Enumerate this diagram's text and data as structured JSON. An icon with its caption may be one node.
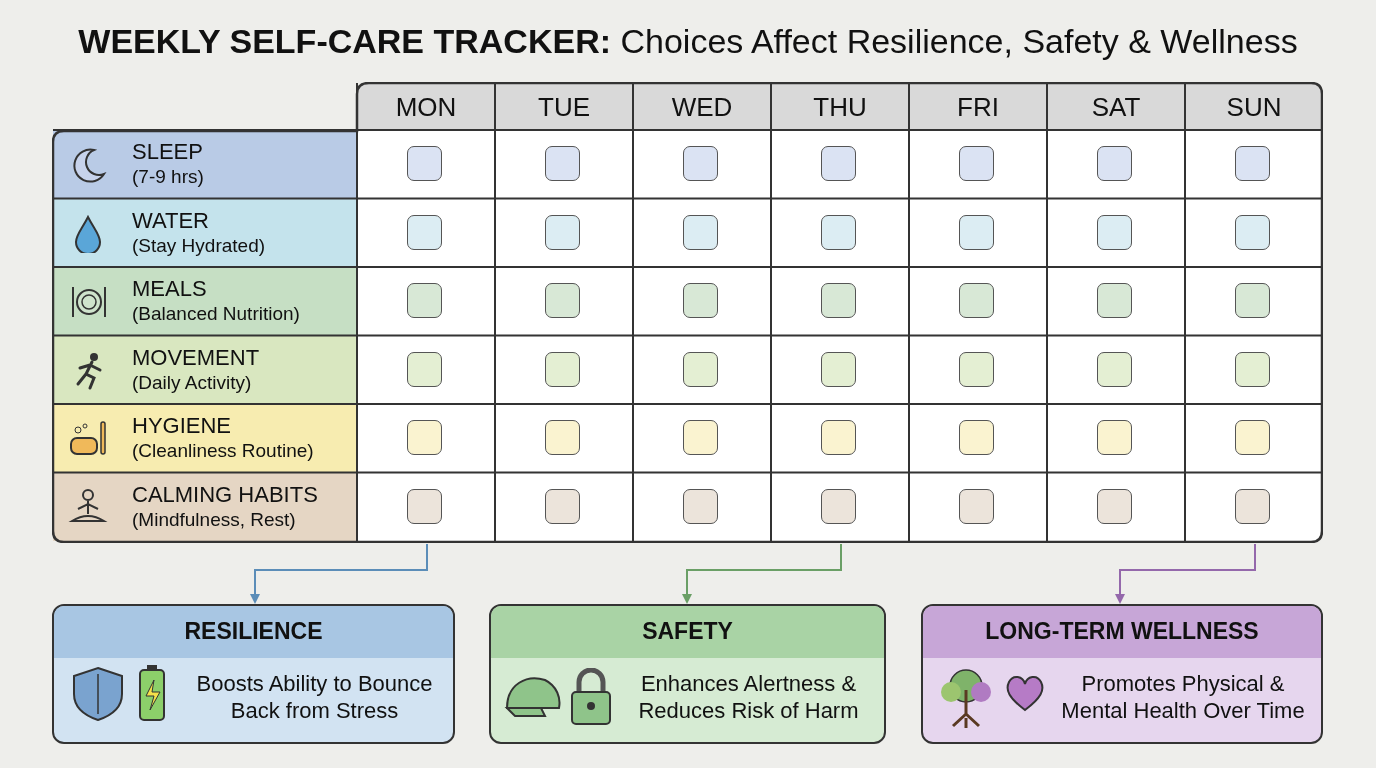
{
  "diagram": {
    "title": "**WEEKLY SELF-CARE TRACKER:** Choices Affect Resilience, Safety & Wellness",
    "nodes": [
      {
        "text": [],
        "shape": "box"
      },
      {
        "text": [
          "RESILIENCE",
          "Boosts Ability to Bounce Back from Stress"
        ]
      },
      {
        "text": [
          "SAFETY",
          "Enhances Alertness & Reduces Risk of Harm"
        ]
      },
      {
        "text": [
          "LONG-TERM WELLNESS",
          "Promotes Physical & Mental Health Over Time"
        ]
      }
    ],
    "edges": [
      {
        "from": 0,
        "to": 1,
        "arrow": "to",
        "color": "#5b8db8"
      },
      {
        "from": 0,
        "to": 2,
        "arrow": "to",
        "color": "#6a9f66"
      },
      {
        "from": 0,
        "to": 3,
        "arrow": "to",
        "color": "#9468ab"
      }
    ],
    "labels": [
      "MON",
      "TUE",
      "WED",
      "THU",
      "FRI",
      "SAT",
      "SUN",
      "SLEEP",
      "(7-9 hrs)",
      "WATER",
      "(Stay Hydrated)",
      "MEALS",
      "(Balanced Nutrition)",
      "MOVEMENT",
      "(Daily Activity)",
      "HYGIENE",
      "(Cleanliness Routine)",
      "CALMING HABITS",
      "(Mindfulness, Rest)"
    ]
  }
}
